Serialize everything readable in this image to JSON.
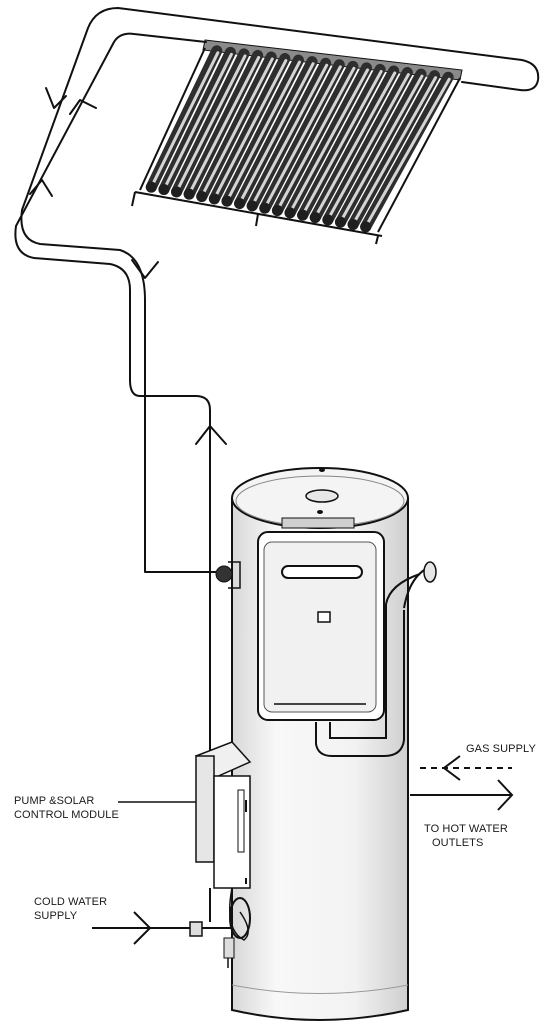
{
  "labels": {
    "gas_supply": "GAS SUPPLY",
    "pump_line1": "PUMP &SOLAR",
    "pump_line2": "CONTROL MODULE",
    "hot_line1": "TO HOT WATER",
    "hot_line2": "OUTLETS",
    "cold_line1": "COLD WATER",
    "cold_line2": "SUPPLY"
  },
  "colors": {
    "line": "#111111",
    "tube_dark": "#4a4a4a",
    "tube_light": "#c8c8c8",
    "tank_fill": "#f7f7f7",
    "tank_shade": "#dcdcdc"
  }
}
